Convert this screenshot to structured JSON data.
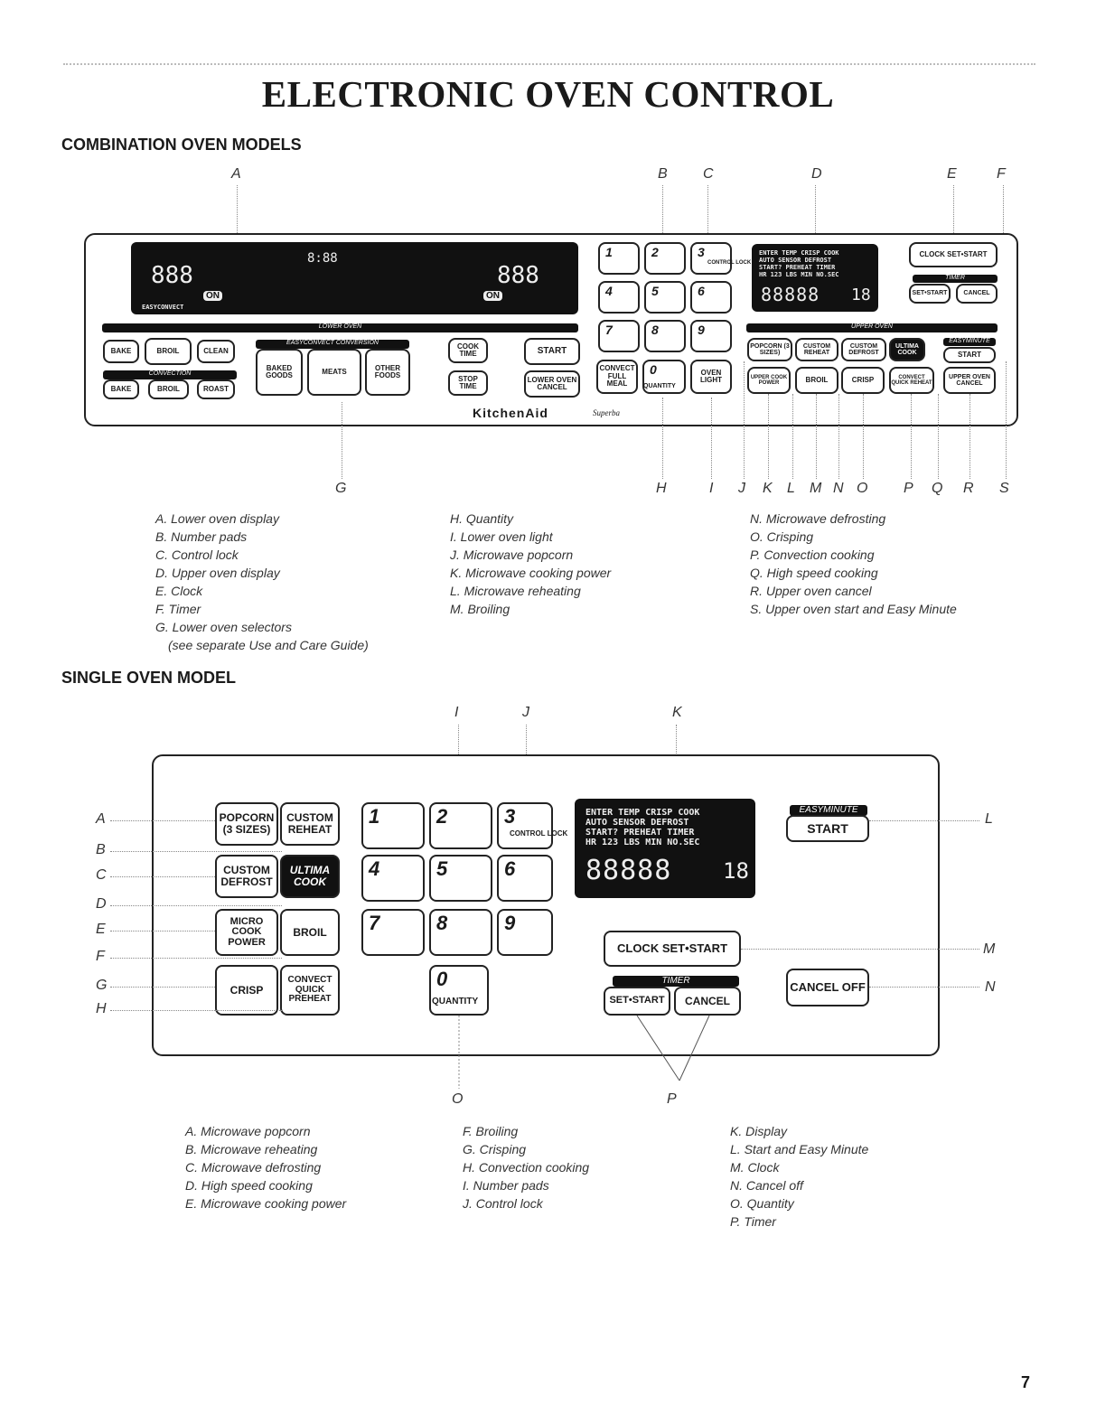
{
  "title": "ELECTRONIC OVEN CONTROL",
  "combo": {
    "heading": "COMBINATION OVEN MODELS",
    "top_letters": [
      "A",
      "B",
      "C",
      "D",
      "E",
      "F"
    ],
    "bottom_letters": [
      "G",
      "H",
      "I",
      "J",
      "K",
      "L",
      "M",
      "N",
      "O",
      "P",
      "Q",
      "R",
      "S"
    ],
    "lower_display": {
      "left": "888",
      "mid": "8:88",
      "right": "888",
      "on": "ON",
      "easy": "EASYCONVECT"
    },
    "lower_oven_label": "LOWER OVEN",
    "lower_buttons": {
      "bake": "BAKE",
      "broil": "BROIL",
      "clean": "CLEAN",
      "conv_bake": "BAKE",
      "conv_broil": "BROIL",
      "conv_roast": "ROAST",
      "convection_bar": "CONVECTION",
      "easy_bar": "EASYCONVECT CONVERSION",
      "baked_goods": "BAKED GOODS",
      "meats": "MEATS",
      "other_foods": "OTHER FOODS",
      "cook_time": "COOK TIME",
      "stop_time": "STOP TIME",
      "start": "START",
      "lower_cancel": "LOWER OVEN CANCEL"
    },
    "keypad": [
      "1",
      "2",
      "3",
      "4",
      "5",
      "6",
      "7",
      "8",
      "9",
      "0"
    ],
    "control_lock": "CONTROL LOCK",
    "convect_full_meal": "CONVECT FULL MEAL",
    "quantity": "QUANTITY",
    "oven_light": "OVEN LIGHT",
    "upper_display": {
      "line1": "ENTER TEMP CRISP COOK",
      "line2": "AUTO SENSOR DEFROST",
      "line3": "START? PREHEAT TIMER",
      "line4": "HR 123 LBS MIN NO.SEC",
      "digits": "88888",
      "pwr": "18"
    },
    "upper_oven_label": "UPPER OVEN",
    "upper_buttons": {
      "clock": "CLOCK SET•START",
      "timer": "TIMER",
      "set_start": "SET•START",
      "cancel": "CANCEL",
      "popcorn": "POPCORN (3 SIZES)",
      "custom_reheat": "CUSTOM REHEAT",
      "custom_defrost": "CUSTOM DEFROST",
      "ultima_cook": "ULTIMA COOK",
      "easy_minute": "EASYMINUTE",
      "start": "START",
      "upper_cook_power": "UPPER COOK POWER",
      "broil": "BROIL",
      "crisp": "CRISP",
      "convect_quick_reheat": "CONVECT QUICK REHEAT",
      "upper_oven_cancel": "UPPER OVEN CANCEL"
    },
    "brand": "KitchenAid",
    "brand_sub": "Superba",
    "legend": [
      [
        "A. Lower oven display",
        "B. Number pads",
        "C. Control lock",
        "D. Upper oven display",
        "E. Clock",
        "F. Timer",
        "G. Lower oven selectors",
        "(see separate Use and Care Guide)"
      ],
      [
        "H. Quantity",
        "I. Lower oven light",
        "J. Microwave popcorn",
        "K. Microwave cooking power",
        "L. Microwave reheating",
        "M. Broiling"
      ],
      [
        "N. Microwave defrosting",
        "O. Crisping",
        "P. Convection cooking",
        "Q. High speed cooking",
        "R. Upper oven cancel",
        "S. Upper oven start and Easy Minute"
      ]
    ]
  },
  "single": {
    "heading": "SINGLE OVEN MODEL",
    "top_letters": [
      "I",
      "J",
      "K"
    ],
    "left_letters": [
      "A",
      "B",
      "C",
      "D",
      "E",
      "F",
      "G",
      "H"
    ],
    "right_letters": [
      "L",
      "M",
      "N"
    ],
    "bottom_letters": [
      "O",
      "P"
    ],
    "buttons": {
      "popcorn": "POPCORN (3 SIZES)",
      "custom_reheat": "CUSTOM REHEAT",
      "custom_defrost": "CUSTOM DEFROST",
      "ultima_cook": "ULTIMA COOK",
      "micro_cook_power": "MICRO COOK POWER",
      "broil": "BROIL",
      "crisp": "CRISP",
      "convect_quick_preheat": "CONVECT QUICK PREHEAT",
      "quantity": "QUANTITY",
      "control_lock": "CONTROL LOCK",
      "clock": "CLOCK SET•START",
      "timer": "TIMER",
      "set_start": "SET•START",
      "cancel": "CANCEL",
      "easy_minute": "EASYMINUTE",
      "start": "START",
      "cancel_off": "CANCEL OFF"
    },
    "keypad": [
      "1",
      "2",
      "3",
      "4",
      "5",
      "6",
      "7",
      "8",
      "9",
      "0"
    ],
    "display": {
      "line1": "ENTER TEMP CRISP COOK",
      "line2": "AUTO SENSOR DEFROST",
      "line3": "START? PREHEAT TIMER",
      "line4": "HR 123 LBS MIN NO.SEC",
      "digits": "88888",
      "pwr": "18"
    },
    "legend": [
      [
        "A. Microwave popcorn",
        "B. Microwave reheating",
        "C. Microwave defrosting",
        "D. High speed cooking",
        "E. Microwave cooking power"
      ],
      [
        "F. Broiling",
        "G. Crisping",
        "H. Convection cooking",
        "I. Number pads",
        "J. Control lock"
      ],
      [
        "K. Display",
        "L. Start and Easy Minute",
        "M. Clock",
        "N. Cancel off",
        "O. Quantity",
        "P. Timer"
      ]
    ]
  },
  "page_number": "7"
}
